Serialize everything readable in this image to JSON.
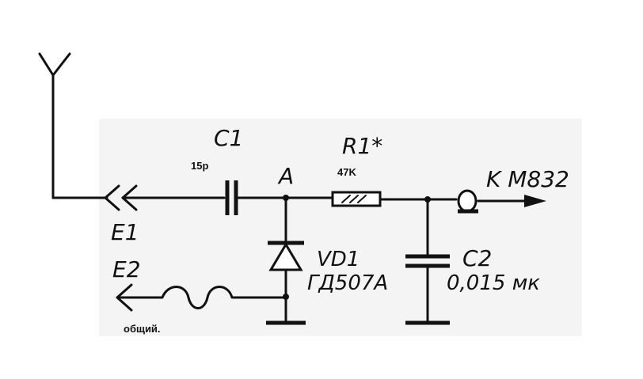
{
  "labels": {
    "c1": "C1",
    "c1_value": "15p",
    "node_a": "A",
    "r1": "R1*",
    "r1_value": "47K",
    "output": "K  M832",
    "e1": "E1",
    "e2": "E2",
    "vd1": "VD1",
    "vd1_type": "ГД507А",
    "c2": "C2",
    "c2_value": "0,015 мк",
    "common": "общий."
  },
  "colors": {
    "stroke": "#111111",
    "background": "#ffffff",
    "panel": "#f3f3f3"
  }
}
